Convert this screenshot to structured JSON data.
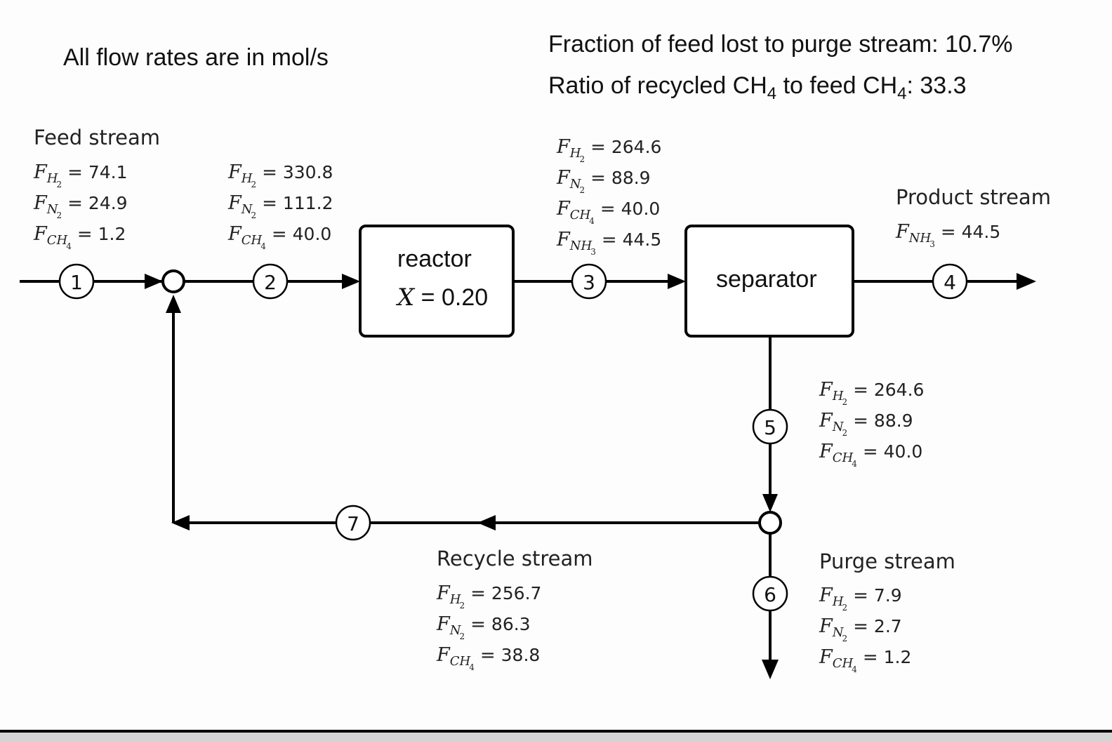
{
  "notes": {
    "units": "All flow rates are in mol/s",
    "purge_fraction_label": "Fraction of feed lost to purge stream:",
    "purge_fraction_value": "10.7%",
    "ratio_label_prefix": "Ratio of recycled CH",
    "ratio_label_sub1": "4",
    "ratio_label_mid": " to feed CH",
    "ratio_label_sub2": "4",
    "ratio_label_suffix": ": ",
    "ratio_value": "33.3"
  },
  "units_blocks": {
    "reactor": {
      "name": "reactor",
      "conversion_symbol": "X",
      "conversion_eq": " = 0.20"
    },
    "separator": {
      "name": "separator"
    }
  },
  "stream_numbers": [
    "1",
    "2",
    "3",
    "4",
    "5",
    "6",
    "7"
  ],
  "streams": {
    "feed": {
      "title": "Feed stream",
      "flows": [
        {
          "species": "H",
          "sub": "2",
          "value": "74.1"
        },
        {
          "species": "N",
          "sub": "2",
          "value": "24.9"
        },
        {
          "species": "CH",
          "sub": "4",
          "value": "1.2"
        }
      ]
    },
    "s2": {
      "flows": [
        {
          "species": "H",
          "sub": "2",
          "value": "330.8"
        },
        {
          "species": "N",
          "sub": "2",
          "value": "111.2"
        },
        {
          "species": "CH",
          "sub": "4",
          "value": "40.0"
        }
      ]
    },
    "s3": {
      "flows": [
        {
          "species": "H",
          "sub": "2",
          "value": "264.6"
        },
        {
          "species": "N",
          "sub": "2",
          "value": "88.9"
        },
        {
          "species": "CH",
          "sub": "4",
          "value": "40.0"
        },
        {
          "species": "NH",
          "sub": "3",
          "value": "44.5"
        }
      ]
    },
    "product": {
      "title": "Product stream",
      "flows": [
        {
          "species": "NH",
          "sub": "3",
          "value": "44.5"
        }
      ]
    },
    "s5": {
      "flows": [
        {
          "species": "H",
          "sub": "2",
          "value": "264.6"
        },
        {
          "species": "N",
          "sub": "2",
          "value": "88.9"
        },
        {
          "species": "CH",
          "sub": "4",
          "value": "40.0"
        }
      ]
    },
    "recycle": {
      "title": "Recycle stream",
      "flows": [
        {
          "species": "H",
          "sub": "2",
          "value": "256.7"
        },
        {
          "species": "N",
          "sub": "2",
          "value": "86.3"
        },
        {
          "species": "CH",
          "sub": "4",
          "value": "38.8"
        }
      ]
    },
    "purge": {
      "title": "Purge stream",
      "flows": [
        {
          "species": "H",
          "sub": "2",
          "value": "7.9"
        },
        {
          "species": "N",
          "sub": "2",
          "value": "2.7"
        },
        {
          "species": "CH",
          "sub": "4",
          "value": "1.2"
        }
      ]
    }
  },
  "equation_symbol": "F",
  "equals_sign": "="
}
